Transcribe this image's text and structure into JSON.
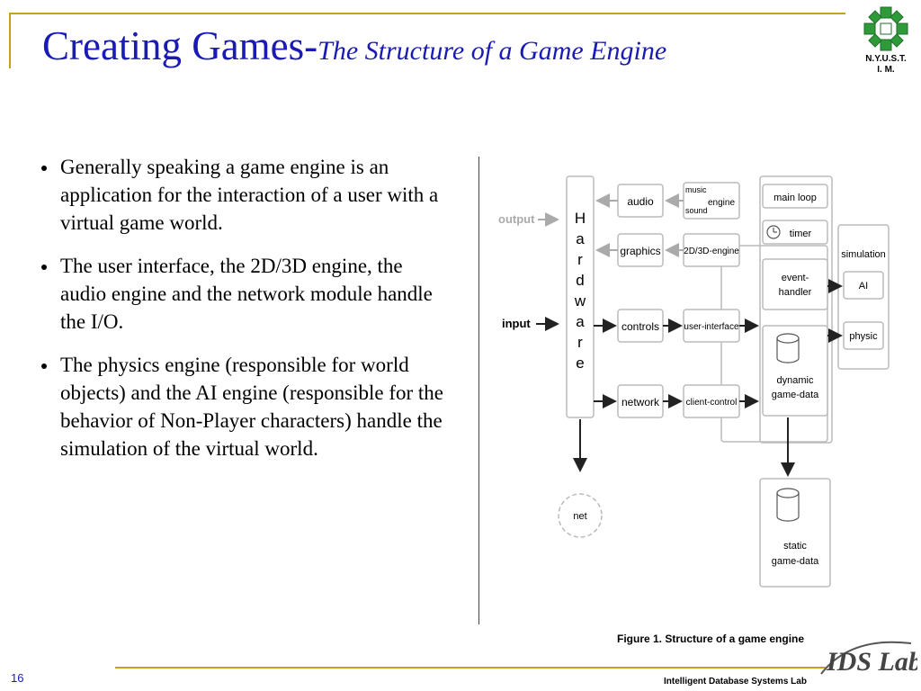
{
  "title": {
    "main": "Creating Games-",
    "sub": "The Structure of a Game Engine"
  },
  "logo": {
    "line1": "N.Y.U.S.T.",
    "line2": "I. M."
  },
  "bullets": [
    "Generally speaking a game engine is an application for the interaction of a user with a virtual game world.",
    "The user interface, the 2D/3D engine, the audio engine and the network module handle the I/O.",
    "The physics engine (responsible for world objects) and the AI engine (responsible for the behavior of Non-Player characters) handle the simulation of the virtual world."
  ],
  "diagram": {
    "output": "output",
    "input": "input",
    "hardware": [
      "H",
      "a",
      "r",
      "d",
      "w",
      "a",
      "r",
      "e"
    ],
    "audio": "audio",
    "graphics": "graphics",
    "controls": "controls",
    "network": "network",
    "music": "music",
    "sound": "sound",
    "engine": "engine",
    "engine2d3d": "2D/3D-engine",
    "user_interface": "user-interface",
    "client_control": "client-control",
    "main_loop": "main loop",
    "timer": "timer",
    "event_handler": [
      "event-",
      "handler"
    ],
    "dynamic_data": [
      "dynamic",
      "game-data"
    ],
    "simulation": "simulation",
    "ai": "AI",
    "physic": "physic",
    "net": "net",
    "static_data": [
      "static",
      "game-data"
    ]
  },
  "caption": "Figure 1.  Structure of a game engine",
  "footer": {
    "page_number": "16",
    "lab": "Intelligent Database Systems Lab",
    "lab_logo": "IDS Lab"
  },
  "colors": {
    "title": "#1a1ab4",
    "rule": "#c8a020",
    "logo_green": "#2e9a3a"
  }
}
